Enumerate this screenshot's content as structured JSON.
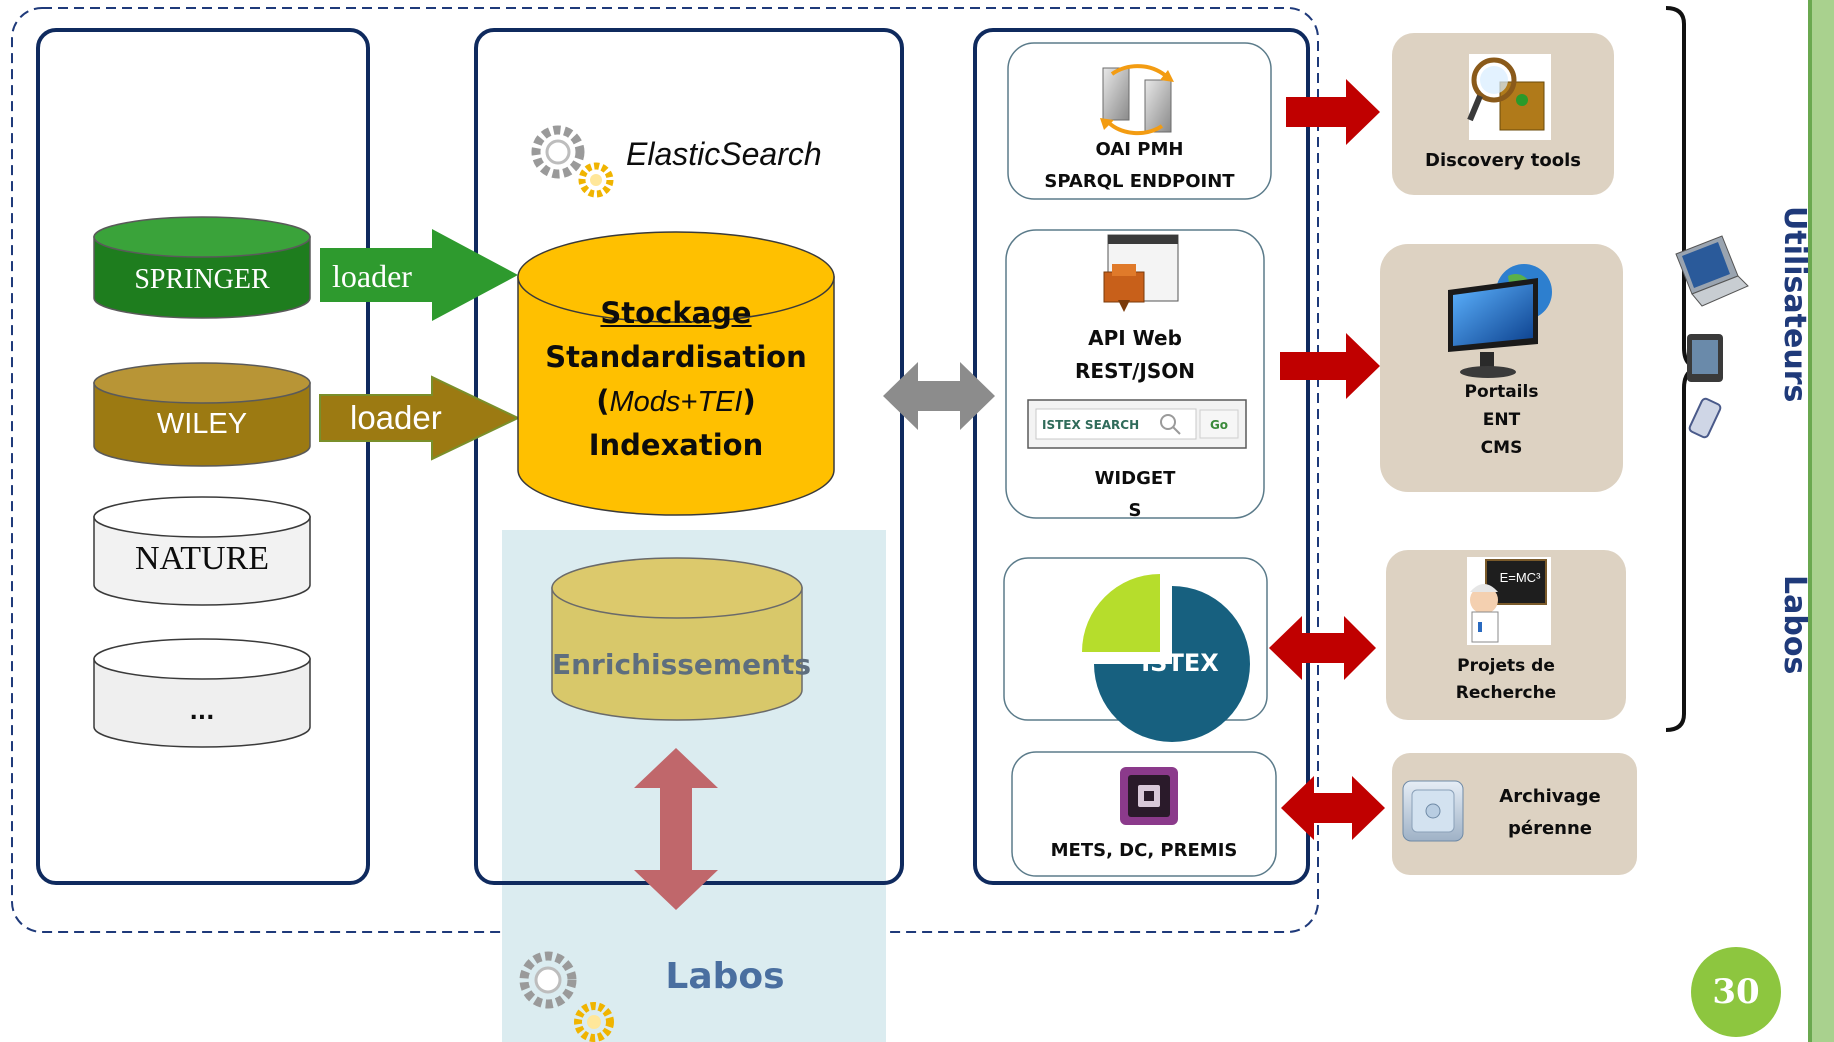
{
  "sources": {
    "springer": "SPRINGER",
    "wiley": "WILEY",
    "nature": "NATURE",
    "other": "..."
  },
  "loaders": {
    "first": "loader",
    "second": "loader"
  },
  "core": {
    "engine": "ElasticSearch",
    "storage_line1": "Stockage",
    "storage_line2": "Standardisation",
    "storage_open": "(",
    "storage_formats": "Mods+TEI",
    "storage_close": ")",
    "storage_line4": "Indexation",
    "enrichments": "Enrichissements"
  },
  "services": {
    "oai_line1": "OAI PMH",
    "oai_line2": "SPARQL ENDPOINT",
    "api_line1": "API Web",
    "api_line2": "REST/JSON",
    "widget_search": "ISTEX SEARCH",
    "widget_go": "Go",
    "widgets_line1": "WIDGET",
    "widgets_line2": "S",
    "istex": "ISTEX",
    "mets": "METS, DC, PREMIS"
  },
  "consumers": {
    "discovery": "Discovery tools",
    "portails_line1": "Portails",
    "portails_line2": "ENT",
    "portails_line3": "CMS",
    "projets_line1": "Projets de",
    "projets_line2": "Recherche",
    "archivage_line1": "Archivage",
    "archivage_line2": "pérenne",
    "formula": "E=MC³"
  },
  "side_labels": {
    "utilisateurs": "Utilisateurs",
    "labos_right": "Labos"
  },
  "labos_bottom": "Labos",
  "page_number": "30",
  "colors": {
    "frame_navy": "#0f2a5e",
    "springer_green": "#2e8b2e",
    "wiley_olive": "#9c7a12",
    "core_yellow": "#ffc000",
    "enrich_khaki": "#d8c86a",
    "labos_panel": "#dbecf0",
    "arrow_red": "#c00000",
    "arrow_grey": "#8c8c8c",
    "arrow_rose": "#c0676b",
    "consumer_beige": "#ddd2c2",
    "accent_green": "#8dc63f",
    "istex_blue": "#17607f",
    "istex_lime": "#b6dd2c"
  },
  "icons": {
    "gears": "gears-icon",
    "servers": "servers-sync-icon",
    "api": "browser-box-icon",
    "archive_box": "archive-box-icon",
    "magnifier": "magnifier-tools-icon",
    "monitor": "monitor-globe-icon",
    "scientist": "scientist-blackboard-icon",
    "safe": "safe-icon",
    "laptop": "laptop-icon",
    "tablet": "tablet-icon",
    "phone": "phone-icon"
  }
}
